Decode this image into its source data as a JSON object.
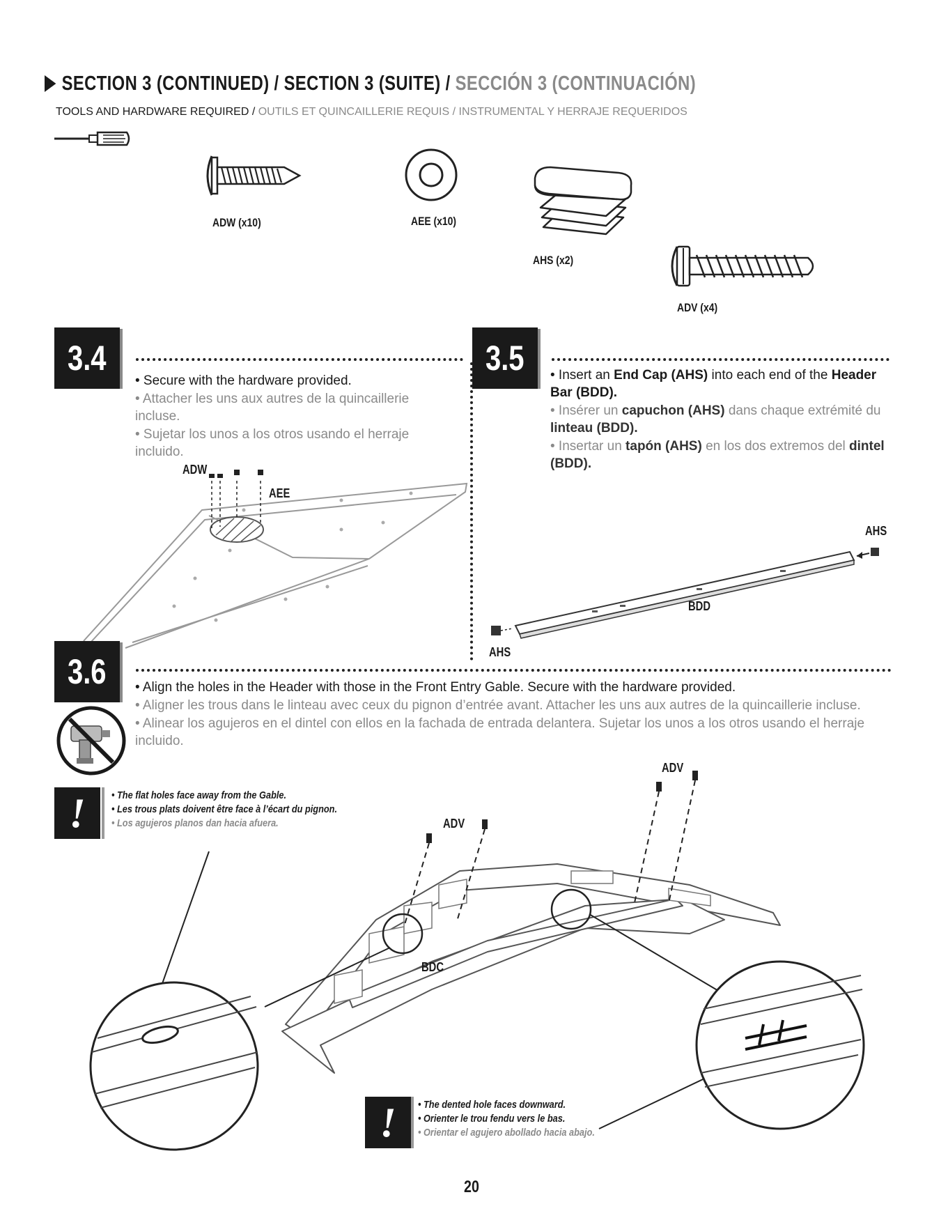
{
  "header": {
    "title_part1": "SECTION 3 (CONTINUED) / SECTION 3 (SUITE) / ",
    "title_part2": "SECCIÓN 3 (CONTINUACIÓN)",
    "tools_part1": "TOOLS AND HARDWARE REQUIRED / ",
    "tools_part2": "OUTILS ET QUINCAILLERIE REQUIS / INSTRUMENTAL Y HERRAJE REQUERIDOS"
  },
  "parts": {
    "adw": "ADW (x10)",
    "aee": "AEE (x10)",
    "ahs": "AHS (x2)",
    "adv": "ADV (x4)"
  },
  "step_3_4": {
    "number": "3.4",
    "line_en": "• Secure with the hardware provided.",
    "line_fr": "• Attacher les uns aux autres de la quincaillerie incluse.",
    "line_es": "• Sujetar los unos a los otros usando el herraje incluido.",
    "label_adw": "ADW",
    "label_aee": "AEE"
  },
  "step_3_5": {
    "number": "3.5",
    "en_a": "• Insert an ",
    "en_b": "End Cap (AHS)",
    "en_c": " into each end of the ",
    "en_d": "Header Bar (BDD).",
    "fr_a": "• Insérer un ",
    "fr_b": "capuchon (AHS)",
    "fr_c": " dans chaque extrémité du ",
    "fr_d": "linteau (BDD).",
    "es_a": "• Insertar un ",
    "es_b": "tapón (AHS)",
    "es_c": " en los dos extremos del ",
    "es_d": "dintel (BDD).",
    "label_ahs_right": "AHS",
    "label_ahs_left": "AHS",
    "label_bdd": "BDD"
  },
  "step_3_6": {
    "number": "3.6",
    "line_en": "• Align the holes in the Header with those in the Front Entry Gable. Secure with the hardware provided.",
    "line_fr": "• Aligner les trous dans le linteau avec ceux du pignon d’entrée avant. Attacher les uns aux autres de la quincaillerie incluse.",
    "line_es": "• Alinear los agujeros en el dintel con ellos en la fachada de entrada delantera. Sujetar los unos a los otros usando el herraje incluido.",
    "label_adv_center": "ADV",
    "label_adv_right": "ADV",
    "label_bdc": "BDC"
  },
  "warning_1": {
    "mark": "!",
    "line_en": "• The flat holes face away from the Gable.",
    "line_fr": "• Les trous plats doivent être face à l’écart du pignon.",
    "line_es": "• Los agujeros planos dan hacia afuera."
  },
  "warning_2": {
    "mark": "!",
    "line_en": "• The dented hole faces downward.",
    "line_fr": "• Orienter le trou fendu vers le bas.",
    "line_es": "• Orientar el agujero abollado hacia abajo."
  },
  "page_number": "20",
  "icons": [
    "screwdriver-icon",
    "screw-adw-icon",
    "washer-aee-icon",
    "end-cap-ahs-icon",
    "screw-adv-icon",
    "no-power-drill-icon",
    "warning-icon"
  ]
}
